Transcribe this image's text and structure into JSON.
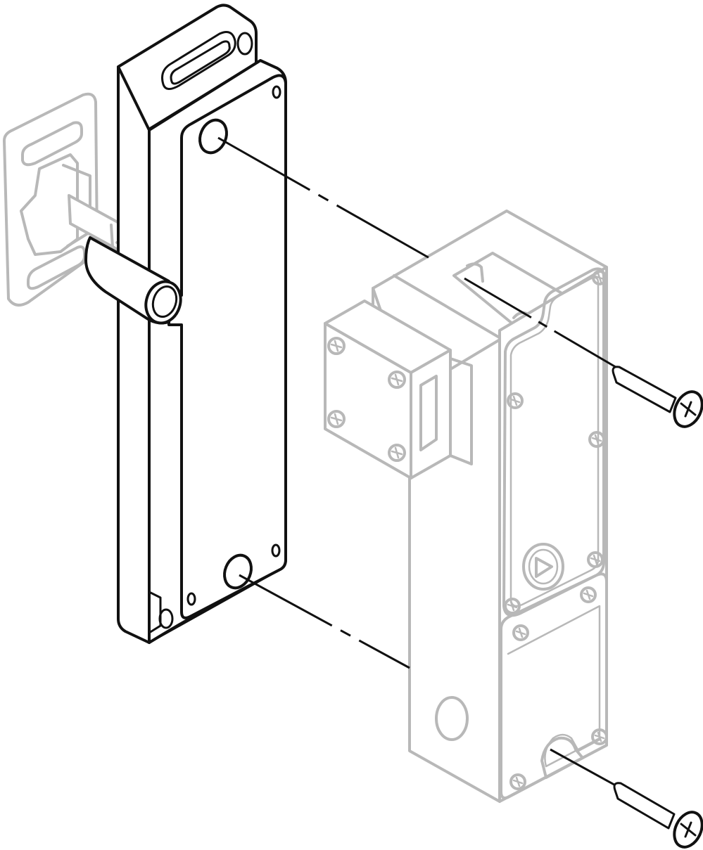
{
  "figure": {
    "type": "exploded-assembly-drawing",
    "palette": {
      "foreground_part": "#111111",
      "background_part": "#b8b8b8",
      "background": "#ffffff"
    },
    "parts": [
      "actuator-bracket",
      "mounting-plate",
      "safety-switch-body",
      "mounting-screw-top",
      "mounting-screw-bottom"
    ]
  }
}
